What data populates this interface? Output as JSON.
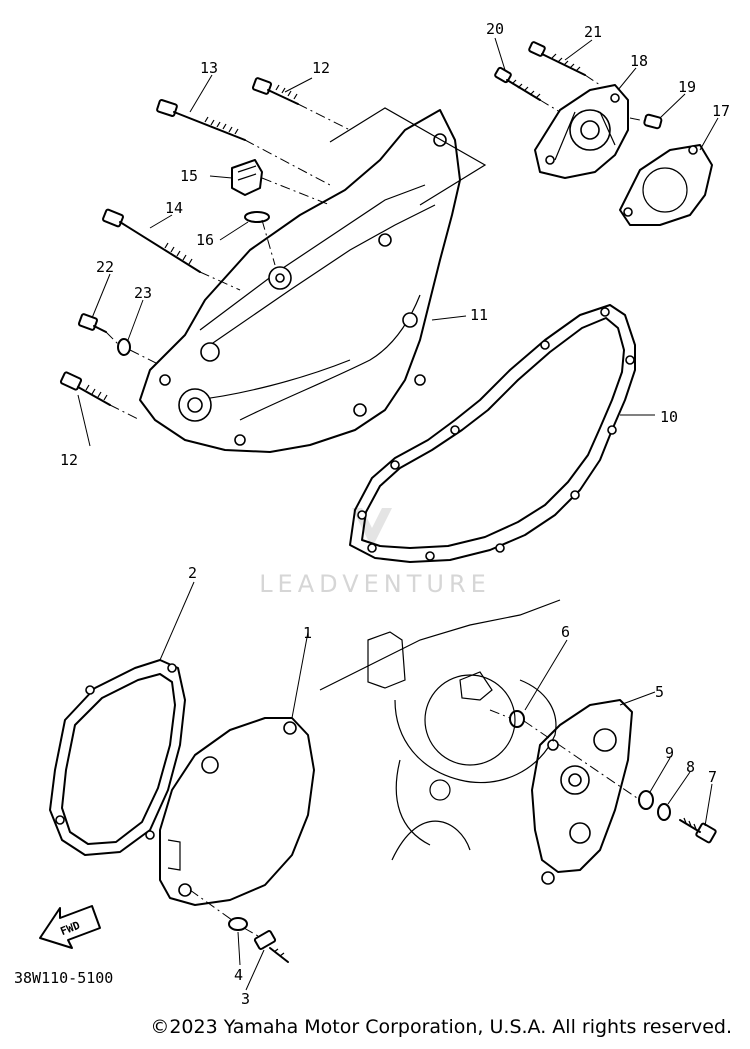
{
  "diagram_code": "38W110-5100",
  "fwd_label": "FWD",
  "watermark": "LEADVENTURE",
  "copyright": "©2023 Yamaha Motor Corporation, U.S.A. All rights reserved.",
  "callouts": {
    "p1": "1",
    "p2": "2",
    "p3": "3",
    "p4": "4",
    "p5": "5",
    "p6": "6",
    "p7": "7",
    "p8": "8",
    "p9": "9",
    "p10": "10",
    "p11": "11",
    "p12a": "12",
    "p12b": "12",
    "p13": "13",
    "p14": "14",
    "p15": "15",
    "p16": "16",
    "p17": "17",
    "p18": "18",
    "p19": "19",
    "p20": "20",
    "p21": "21",
    "p22": "22",
    "p23": "23"
  }
}
